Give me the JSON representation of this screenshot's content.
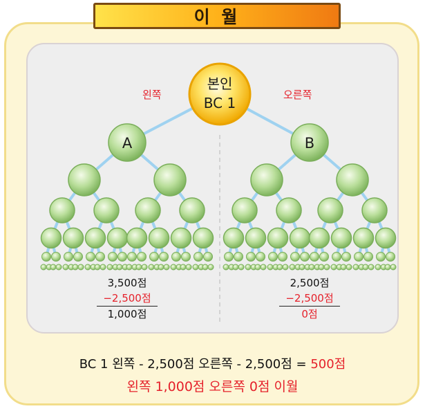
{
  "title": "이 월",
  "root": {
    "line1": "본인",
    "line2": "BC 1"
  },
  "left": {
    "label": "왼쪽",
    "node": "A",
    "amount": "3,500점",
    "minus": "−2,500점",
    "result": "1,000점"
  },
  "right": {
    "label": "오른쪽",
    "node": "B",
    "amount": "2,500점",
    "minus": "−2,500점",
    "result": "0점"
  },
  "summary": {
    "formula": "BC 1 왼쪽 - 2,500점  오른쪽 - 2,500점 = ",
    "formula_result": "500점",
    "carryover": "왼쪽 1,000점  오른쪽 0점 이월"
  },
  "colors": {
    "highlight": "#e5212b",
    "node_green": "#a9d38a",
    "root_gold": "#ffd21f",
    "edge": "#9fd2f0"
  }
}
